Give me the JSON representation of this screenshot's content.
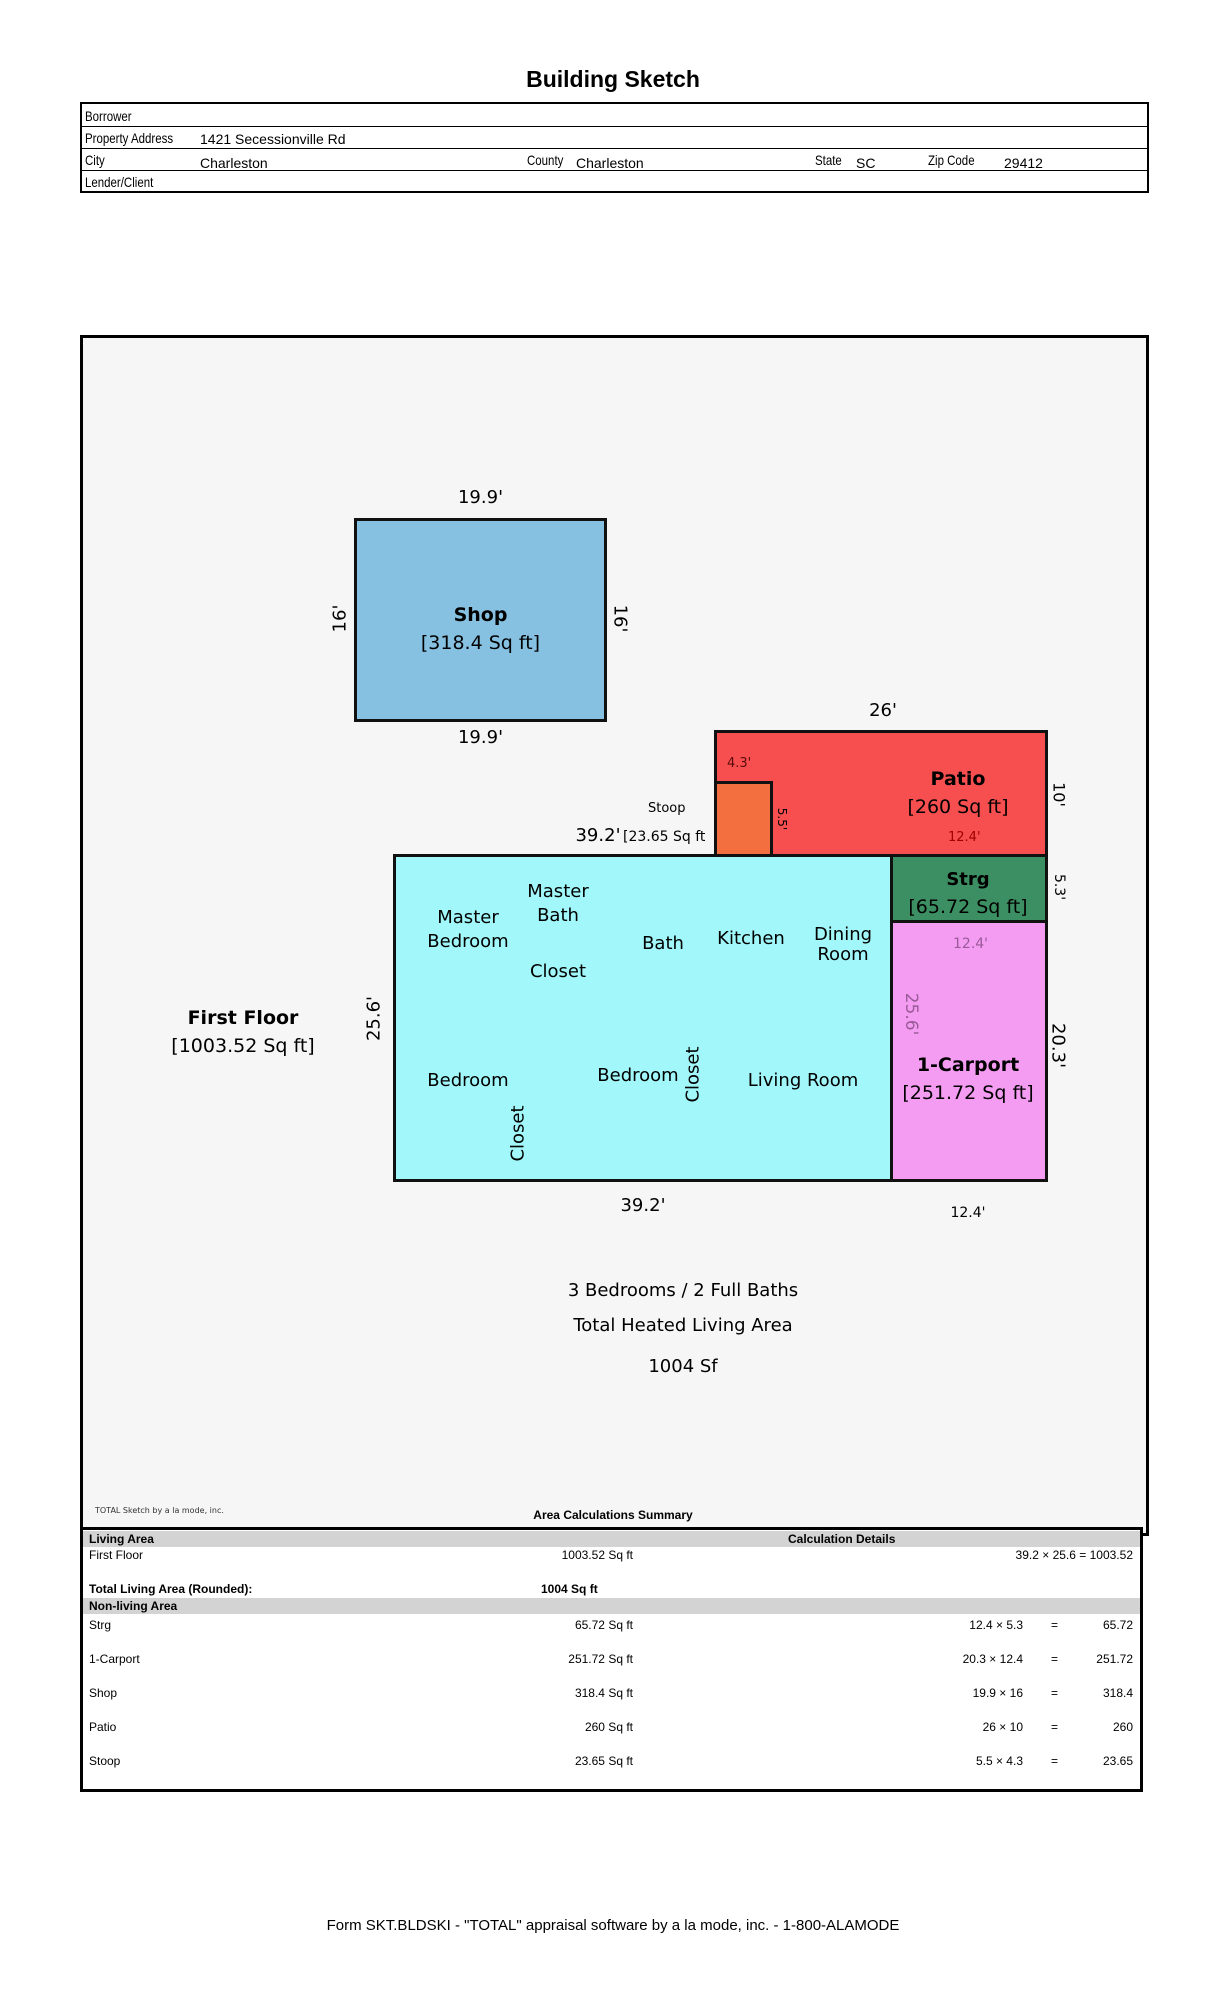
{
  "title": "Building Sketch",
  "header": {
    "borrower_label": "Borrower",
    "property_address_label": "Property Address",
    "property_address": "1421 Secessionville Rd",
    "city_label": "City",
    "city": "Charleston",
    "county_label": "County",
    "county": "Charleston",
    "state_label": "State",
    "state": "SC",
    "zip_label": "Zip Code",
    "zip": "29412",
    "lender_label": "Lender/Client"
  },
  "sketch": {
    "shop": {
      "name": "Shop",
      "area": "[318.4 Sq ft]",
      "dim_top": "19.9'",
      "dim_bottom": "19.9'",
      "dim_left": "16'",
      "dim_right": "16'"
    },
    "patio": {
      "name": "Patio",
      "area": "[260 Sq ft]",
      "dim_top": "26'",
      "dim_right": "10'",
      "dim_inner_bottom": "12.4'",
      "dim_inner_left": "4.3'"
    },
    "stoop": {
      "name": "Stoop",
      "area": "[23.65 Sq ft",
      "dim_side": "5.5'"
    },
    "strg": {
      "name": "Strg",
      "area": "[65.72 Sq ft]",
      "dim_right": "5.3'"
    },
    "carport": {
      "name": "1-Carport",
      "area": "[251.72 Sq ft]",
      "dim_top": "12.4'",
      "dim_right": "20.3'",
      "dim_left": "25.6'",
      "dim_bottom": "12.4'"
    },
    "first_floor": {
      "name": "First Floor",
      "area": "[1003.52 Sq ft]",
      "dim_top": "39.2'",
      "dim_bottom": "39.2'",
      "dim_left": "25.6'"
    },
    "rooms": {
      "master_bedroom": "Master Bedroom",
      "master_bath": "Master Bath",
      "closet1": "Closet",
      "bath": "Bath",
      "kitchen": "Kitchen",
      "dining_room": "Dining Room",
      "bedroom1": "Bedroom",
      "closet2": "Closet",
      "bedroom2": "Bedroom",
      "closet3": "Closet",
      "living_room": "Living Room"
    },
    "notes": {
      "line1": "3 Bedrooms / 2 Full Baths",
      "line2": "Total Heated Living Area",
      "line3": "1004 Sf"
    },
    "credit": "TOTAL Sketch by a la mode, inc."
  },
  "summary": {
    "title": "Area Calculations Summary",
    "living_area_label": "Living Area",
    "calc_details_label": "Calculation Details",
    "first_floor": {
      "name": "First Floor",
      "area": "1003.52 Sq ft",
      "calc": "39.2 × 25.6  =  1003.52"
    },
    "total_label": "Total Living Area (Rounded):",
    "total_value": "1004 Sq ft",
    "non_living_label": "Non-living Area",
    "rows": [
      {
        "name": "Strg",
        "area": "65.72 Sq ft",
        "calc": "12.4 × 5.3",
        "eq": "=",
        "result": "65.72"
      },
      {
        "name": "1-Carport",
        "area": "251.72 Sq ft",
        "calc": "20.3 × 12.4",
        "eq": "=",
        "result": "251.72"
      },
      {
        "name": "Shop",
        "area": "318.4 Sq ft",
        "calc": "19.9 × 16",
        "eq": "=",
        "result": "318.4"
      },
      {
        "name": "Patio",
        "area": "260 Sq ft",
        "calc": "26 × 10",
        "eq": "=",
        "result": "260"
      },
      {
        "name": "Stoop",
        "area": "23.65 Sq ft",
        "calc": "5.5 × 4.3",
        "eq": "=",
        "result": "23.65"
      }
    ]
  },
  "footer": "Form SKT.BLDSKI - \"TOTAL\" appraisal software by a la mode, inc. - 1-800-ALAMODE",
  "colors": {
    "shop": "#86c1e2",
    "patio": "#f74f4f",
    "stoop": "#f46f3f",
    "strg": "#3c8f62",
    "carport": "#f49cf2",
    "first_floor": "#a1f7f9"
  }
}
